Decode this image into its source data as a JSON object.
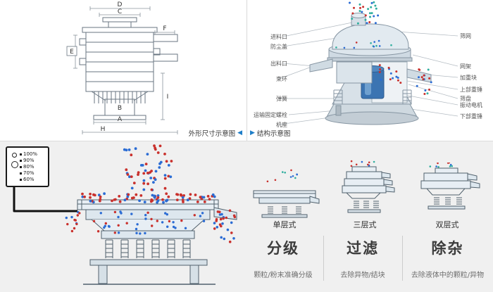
{
  "colors": {
    "accent_blue": "#1e7ec8",
    "dot_red": "#c9302c",
    "dot_blue": "#2b6cd4",
    "dot_teal": "#2fae9e",
    "line": "#51616d"
  },
  "icons": {
    "arrow_left": "◀",
    "arrow_right": "▶"
  },
  "top_left": {
    "caption": "外形尺寸示意图",
    "dim_labels": {
      "A": "A",
      "B": "B",
      "C": "C",
      "D": "D",
      "E": "E",
      "F": "F",
      "H": "H",
      "I": "I"
    }
  },
  "top_right": {
    "caption": "结构示意图",
    "left_labels": [
      "进料口",
      "防尘盖",
      "出料口",
      "束环",
      "弹簧",
      "运输固定螺栓",
      "机座"
    ],
    "right_labels": [
      "筛网",
      "网架",
      "加重块",
      "上部重锤",
      "筛盘",
      "振动电机",
      "下部重锤"
    ]
  },
  "control_panel": {
    "percentages": [
      "100%",
      "90%",
      "80%",
      "70%",
      "60%"
    ]
  },
  "sieve_types": [
    "单层式",
    "三层式",
    "双层式"
  ],
  "features": [
    {
      "title": "分级",
      "desc": "颗粒/粉末准确分级"
    },
    {
      "title": "过滤",
      "desc": "去除异物/结块"
    },
    {
      "title": "除杂",
      "desc": "去除液体中的颗粒/异物"
    }
  ]
}
